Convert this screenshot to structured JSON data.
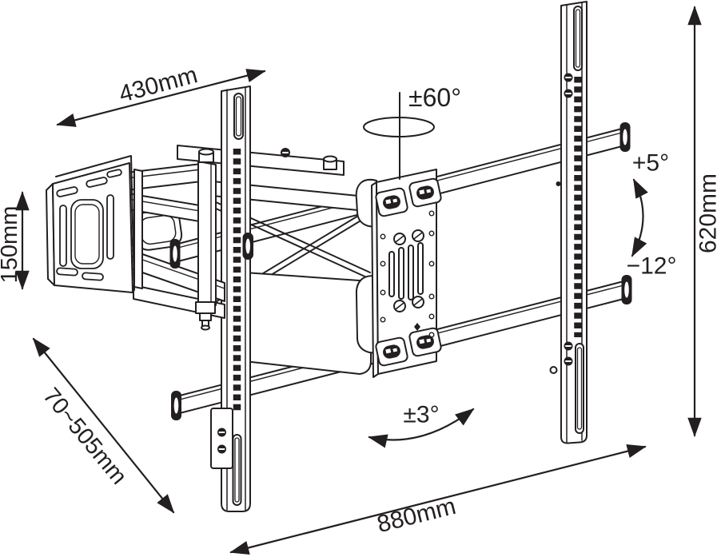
{
  "page": {
    "title": "Full-motion TV wall mount dimension drawing",
    "background": "#ffffff",
    "line_color": "#231f20"
  },
  "annotations": {
    "arm_width": {
      "label": "430mm"
    },
    "swivel_range": {
      "label": "±60°"
    },
    "tilt_up": {
      "label": "+5°"
    },
    "tilt_down": {
      "label": "−12°"
    },
    "upright_height": {
      "label": "620mm"
    },
    "plate_height": {
      "label": "150mm"
    },
    "extension_range": {
      "label": "70~505mm"
    },
    "level_adjust": {
      "label": "±3°"
    },
    "rail_width": {
      "label": "880mm"
    }
  }
}
